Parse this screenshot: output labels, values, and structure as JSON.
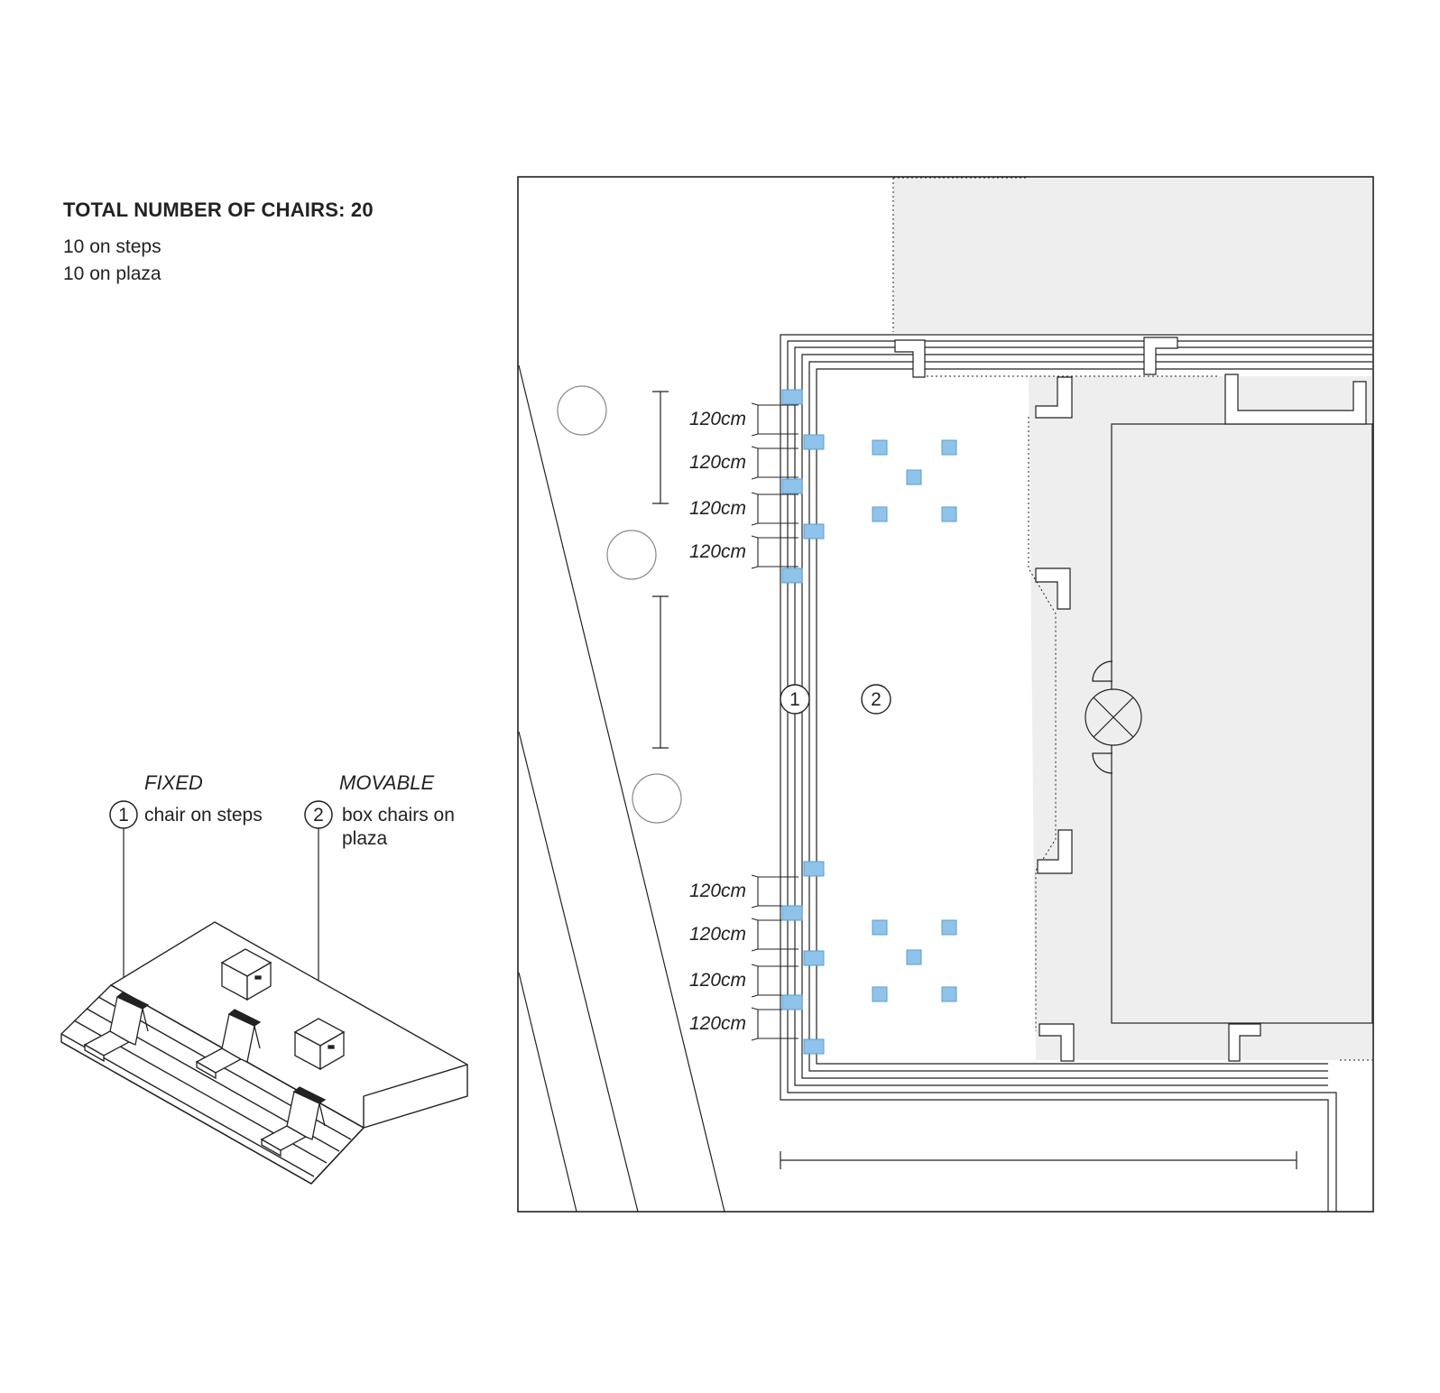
{
  "legend": {
    "title": "TOTAL NUMBER OF CHAIRS: 20",
    "lines": [
      "10 on steps",
      "10 on plaza"
    ]
  },
  "key": {
    "fixed": {
      "category": "FIXED",
      "number": "1",
      "label": "chair on steps"
    },
    "movable": {
      "category": "MOVABLE",
      "number": "2",
      "label_line1": "box chairs on",
      "label_line2": "plaza"
    }
  },
  "plan": {
    "markers": [
      "1",
      "2"
    ],
    "spacing_label": "120cm",
    "colors": {
      "chair_fill": "#8fc3ea",
      "chair_stroke": "#5a9fd1",
      "building_fill": "#eeeeee",
      "line": "#222222"
    }
  }
}
